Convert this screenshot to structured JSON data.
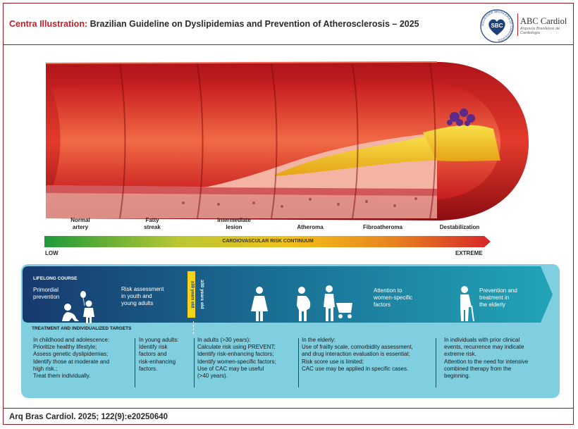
{
  "header": {
    "title_prefix": "Centra Illustration:",
    "title_main": " Brazilian Guideline on Dyslipidemias and Prevention of Atherosclerosis – 2025",
    "sbc_logo_text": "SBC",
    "sbc_ring_text": "SOCIEDADE BRASILEIRA DE CARDIOLOGIA",
    "journal_name": "ABC Cardiol",
    "journal_subtitle": "Arquivos Brasileiros de Cardiologia"
  },
  "stages": [
    {
      "label": "Normal\nartery"
    },
    {
      "label": "Fatty\nstreak"
    },
    {
      "label": "Intermediate\nlesion"
    },
    {
      "label": "Atheroma"
    },
    {
      "label": "Fibroatheroma"
    },
    {
      "label": "Destabilization"
    }
  ],
  "risk_bar": {
    "label": "CARDIOVASCULAR RISK CONTINUUM",
    "low": "LOW",
    "high": "EXTREME",
    "colors": [
      "#1e9a3a",
      "#b9c733",
      "#f2c01a",
      "#e8841e",
      "#d7262a"
    ]
  },
  "lifelong": {
    "title": "LIFELONG COURSE",
    "primordial": "Primordial\nprevention",
    "risk_youth": "Risk assessment\nin youth and\nyoung adults",
    "age_badge": "≥30 years old",
    "women": "Attention to\nwomen-specific\nfactors",
    "elderly": "Prevention and\ntreatment in\nthe elderly"
  },
  "targets": {
    "title": "TREATMENT AND INDIVIDUALIZED TARGETS",
    "columns": [
      {
        "lines": [
          "In childhood and adolescence:",
          "Prioritize healthy lifestyle;",
          "Assess genetic dyslipidemias;",
          "Identify those at moderate and",
          "high risk.;",
          "Treat them individually."
        ]
      },
      {
        "lines": [
          "In young adults:",
          "Identify risk",
          "factors and",
          "risk-enhancing",
          "factors."
        ]
      },
      {
        "lines": [
          "In adults (>30 years):",
          "Calculate risk using PREVENT;",
          "Identify risk-enhancing factors;",
          "Identify women-specific factors;",
          "Use of CAC may be useful",
          "(>40 years)."
        ]
      },
      {
        "lines": [
          "In the elderly:",
          "Use of frailty scale, comorbidity assessment,",
          "and drug interaction evaluation is essential;",
          "Risk score use is limited;",
          "CAC use may be applied in specific cases."
        ]
      },
      {
        "lines": [
          "In individuals with prior clinical",
          "events, recurrence may indicate",
          "extreme risk.",
          "Attention to the need for intensive",
          "combined therapy from the",
          "beginning."
        ]
      }
    ]
  },
  "footer": {
    "citation": "Arq Bras Cardiol. 2025; 122(9):e20250640"
  },
  "icons": {
    "artery": "artery-cross-section-icon",
    "baby": "baby-icon",
    "child": "child-with-balloon-icon",
    "woman": "woman-icon",
    "pregnant": "pregnant-woman-icon",
    "stroller": "parent-with-stroller-icon",
    "elderly": "elderly-with-cane-icon"
  }
}
